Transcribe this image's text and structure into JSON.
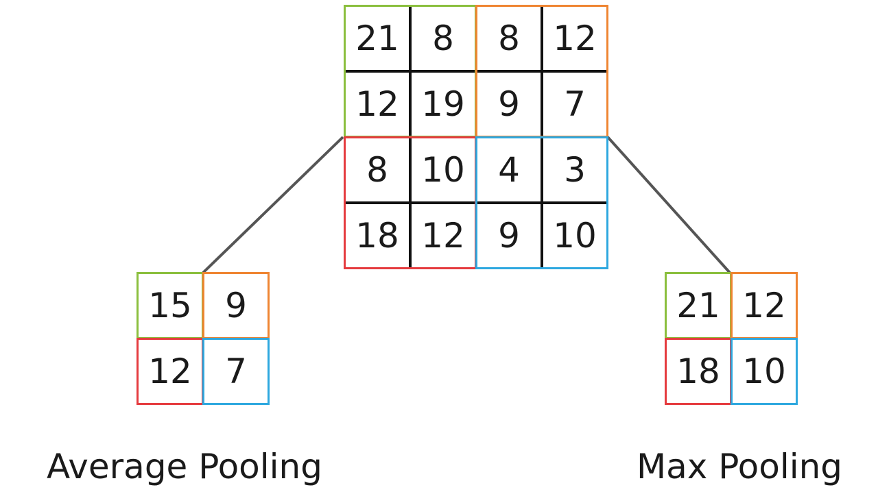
{
  "colors": {
    "top_left": "#8bbf3e",
    "top_right": "#ef8532",
    "bottom_left": "#e53b3f",
    "bottom_right": "#2ea8df",
    "grid_line": "#111111",
    "connector": "#555555"
  },
  "input_matrix": [
    [
      "21",
      "8",
      "8",
      "12"
    ],
    [
      "12",
      "19",
      "9",
      "7"
    ],
    [
      "8",
      "10",
      "4",
      "3"
    ],
    [
      "18",
      "12",
      "9",
      "10"
    ]
  ],
  "average_pooling": {
    "label": "Average Pooling",
    "values": [
      [
        "15",
        "9"
      ],
      [
        "12",
        "7"
      ]
    ]
  },
  "max_pooling": {
    "label": "Max Pooling",
    "values": [
      [
        "21",
        "12"
      ],
      [
        "18",
        "10"
      ]
    ]
  }
}
